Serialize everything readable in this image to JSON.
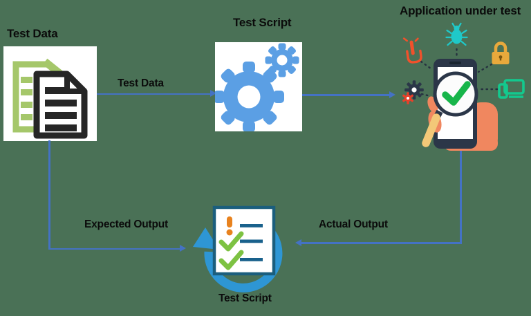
{
  "diagram": {
    "nodes": {
      "test_data": {
        "title": "Test Data",
        "icon": "documents-icon"
      },
      "test_script": {
        "title": "Test Script",
        "icon": "gears-icon"
      },
      "application_under_test": {
        "title": "Application under test",
        "icon": "mobile-app-testing-illustration"
      },
      "comparison": {
        "title": "Test Script",
        "icon": "checklist-refresh-icon"
      }
    },
    "edges": {
      "test_data_to_test_script": {
        "label": "Test Data"
      },
      "test_data_to_comparison": {
        "label": "Expected Output"
      },
      "aut_to_comparison": {
        "label": "Actual Output"
      }
    }
  },
  "colors": {
    "background": "#4a7156",
    "arrow_blue": "#4472c4",
    "label_text": "#0b0b0b",
    "doc_green": "#a5c76a",
    "doc_black": "#262626",
    "gear_blue": "#5b9fe4",
    "refresh_blue": "#2e96d4",
    "checklist_border": "#1b5e7d",
    "checklist_bar": "#19618c",
    "check_green": "#7dc242",
    "exclaim_orange": "#e8821e",
    "phone_navy": "#2b3648",
    "hand_salmon": "#f0875f",
    "magnifier_handle": "#f3c878",
    "magnifier_check": "#17b54a",
    "bug_cyan": "#1fc8c8",
    "lock_amber": "#e9a93c",
    "devices_green": "#13c98e",
    "tap_orange": "#f1512b",
    "mini_gear_red": "#e8402a"
  }
}
